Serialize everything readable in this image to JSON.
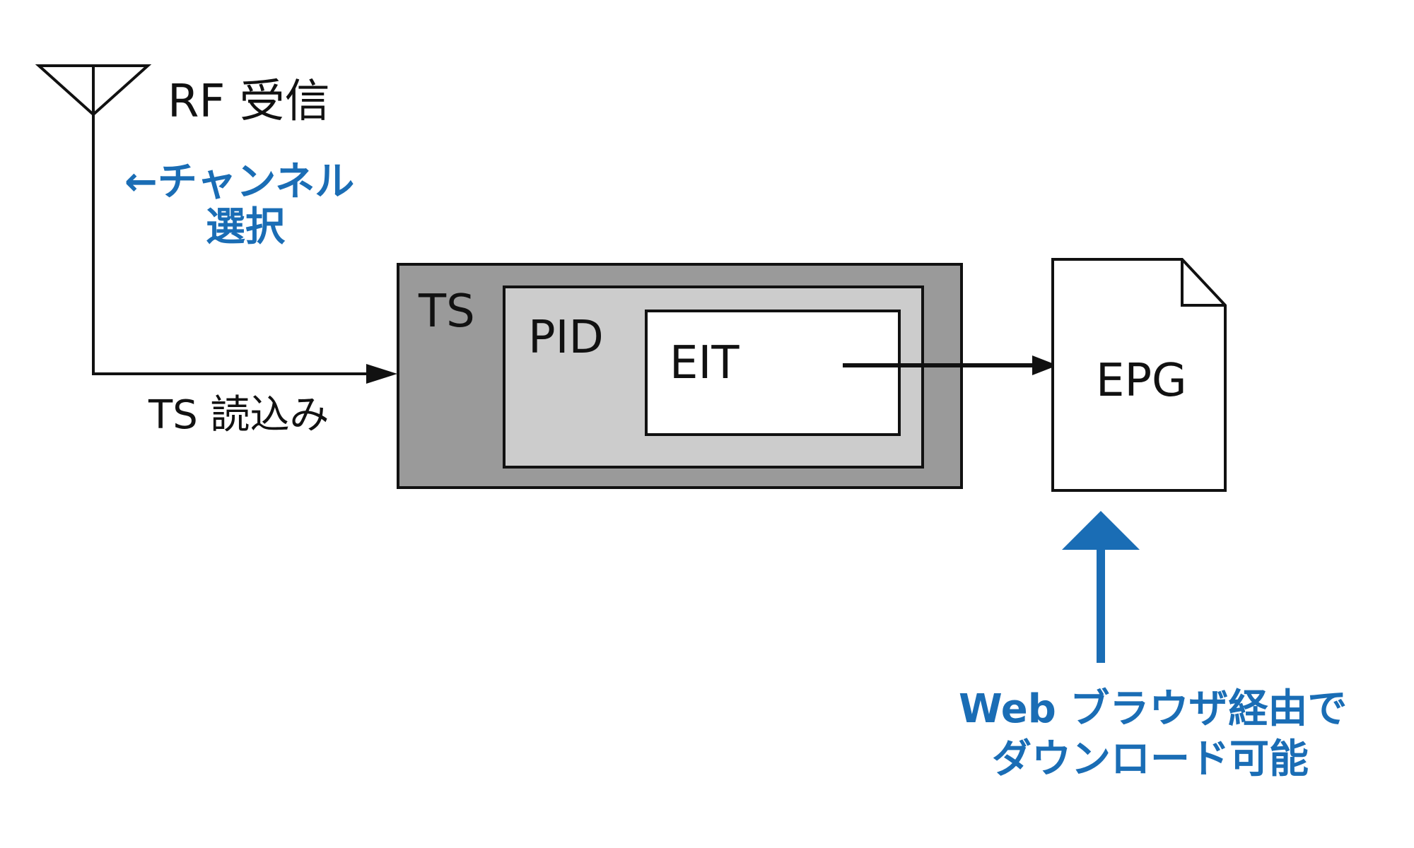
{
  "colors": {
    "ink": "#111111",
    "accent_blue": "#1a6db5",
    "ts_box_fill": "#9a9a9a",
    "pid_box_fill": "#cccccc",
    "eit_box_fill": "#ffffff",
    "epg_doc_fill": "#ffffff"
  },
  "icons": {
    "antenna": "antenna-icon",
    "document": "document-icon"
  },
  "labels": {
    "rf_receive": "RF 受信",
    "channel_select_line1": "←チャンネル",
    "channel_select_line2": "選択",
    "ts_read": "TS 読込み",
    "ts": "TS",
    "pid": "PID",
    "eit": "EIT",
    "epg": "EPG",
    "web_download_line1": "Web ブラウザ経由で",
    "web_download_line2": "ダウンロード可能"
  }
}
